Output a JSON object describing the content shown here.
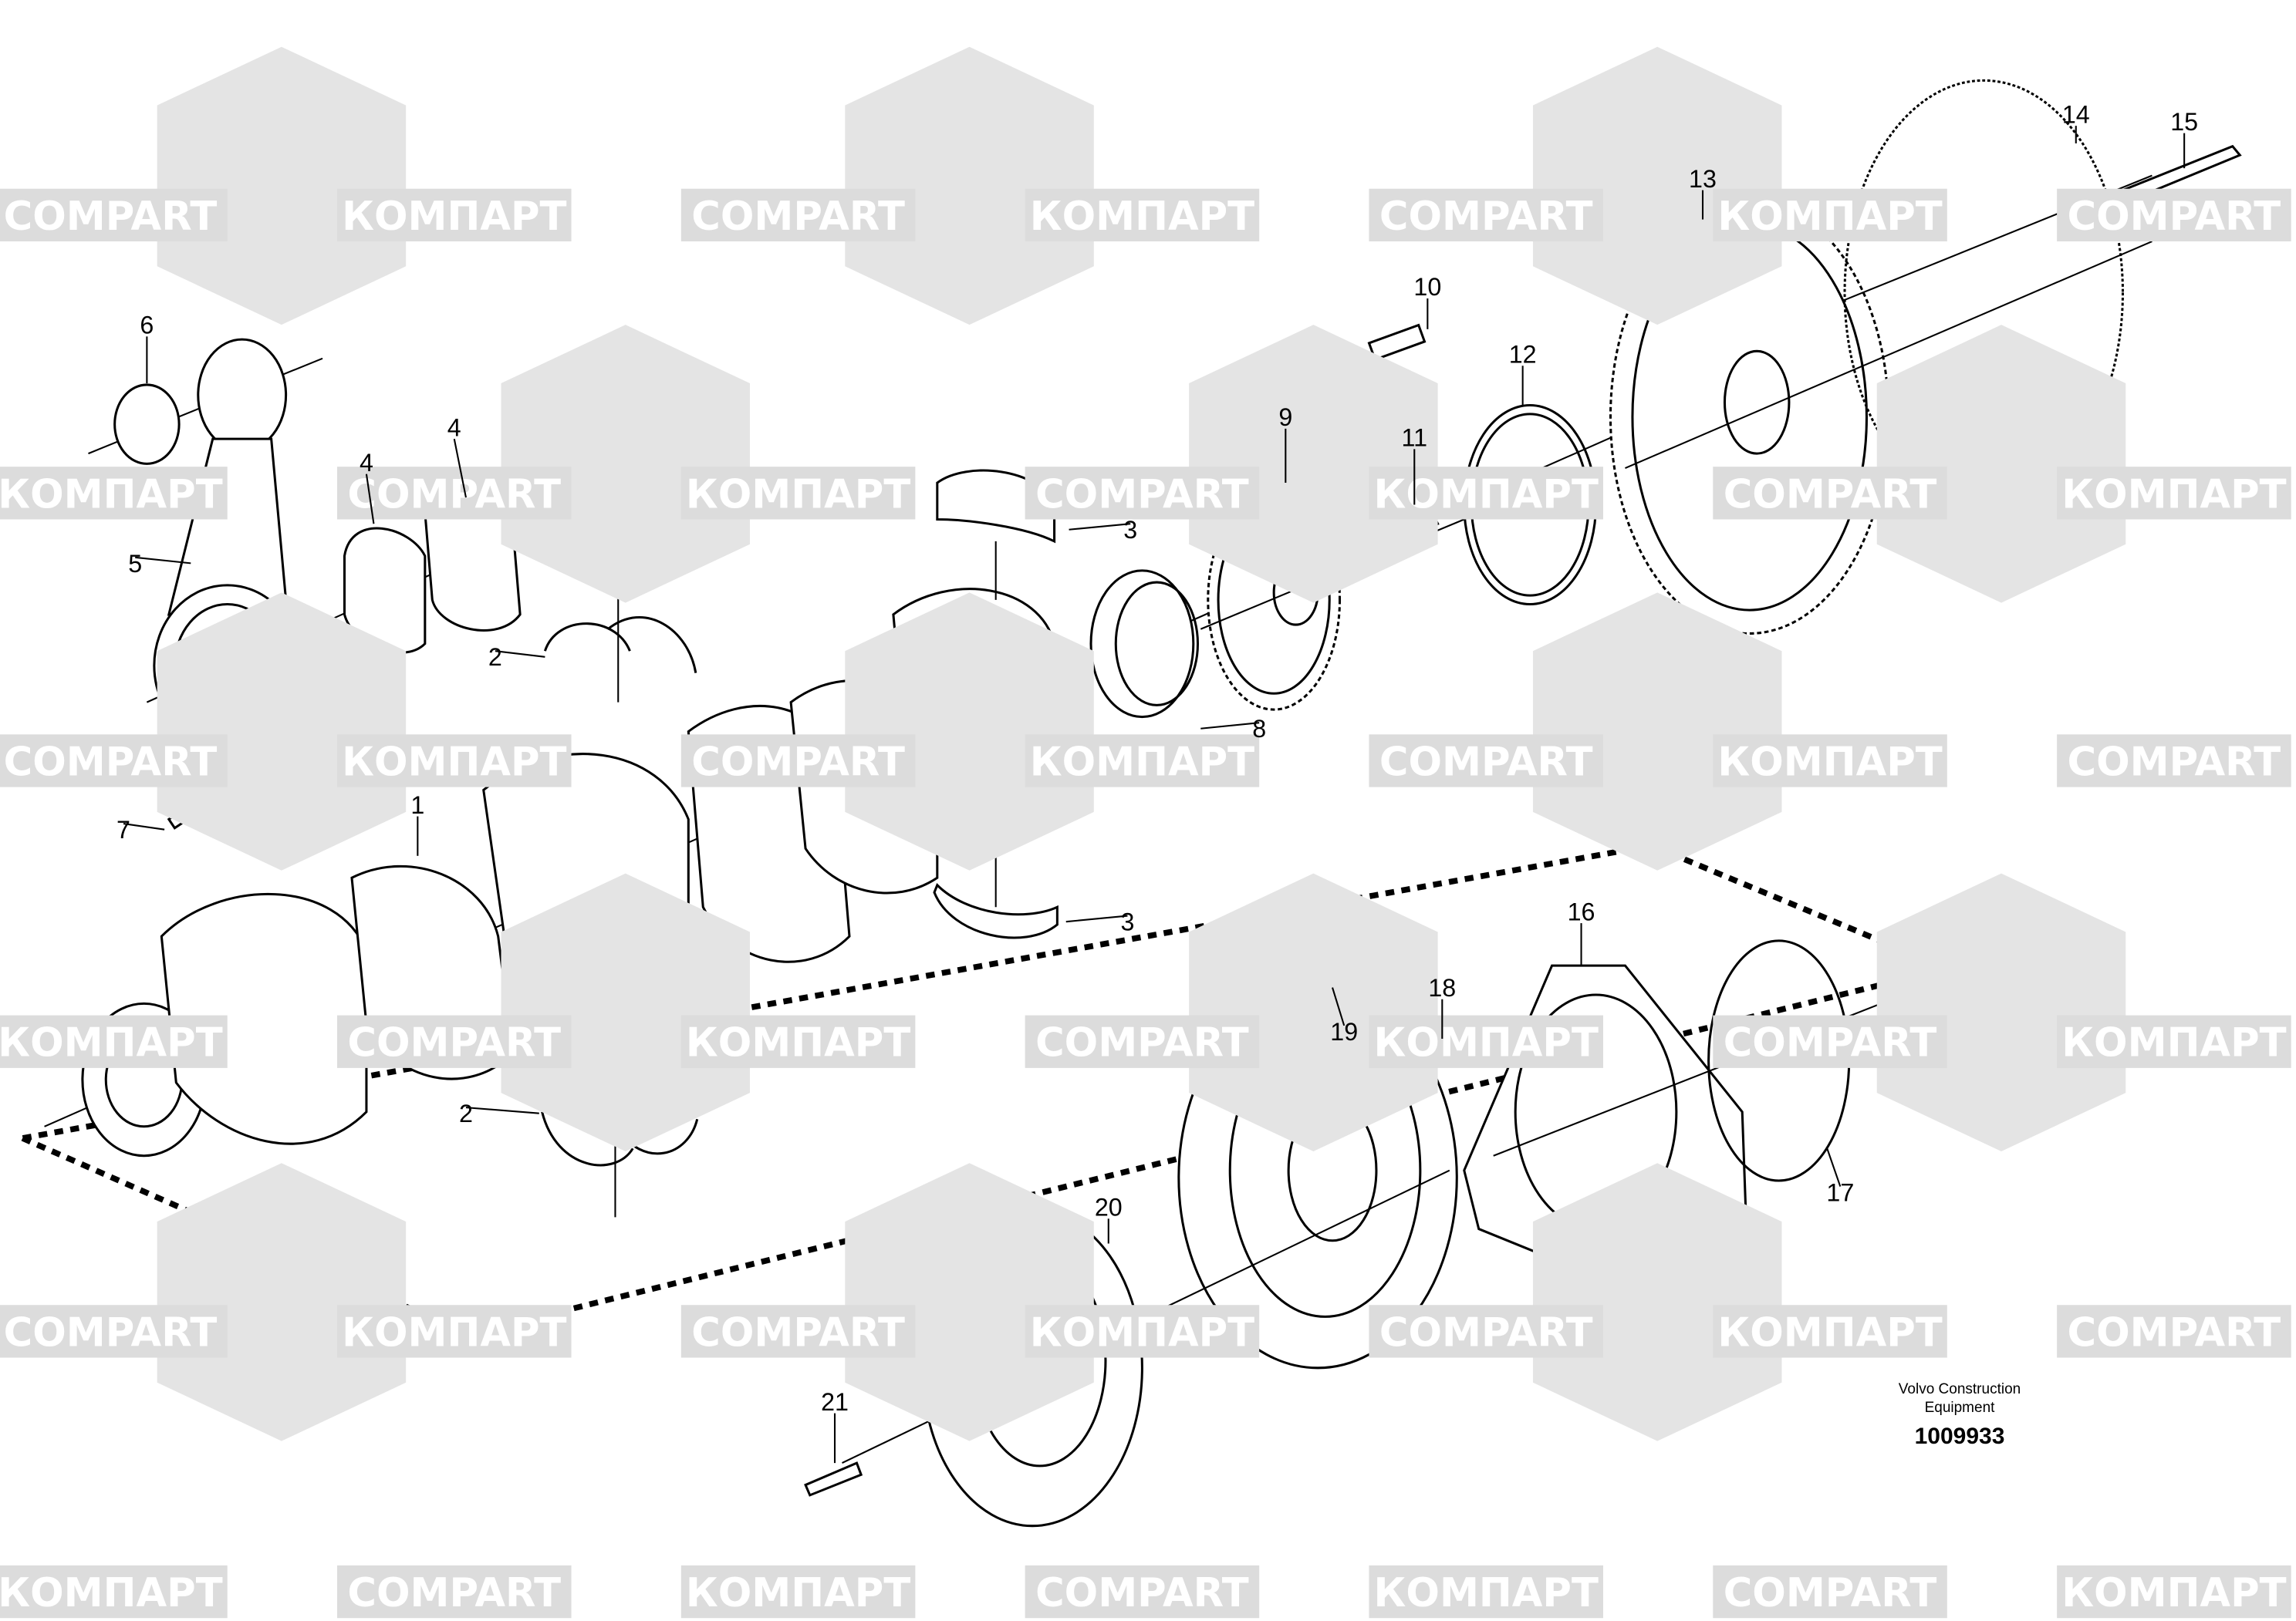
{
  "watermark": {
    "latin": "COMPART",
    "cyrillic": "КОМПАРТ"
  },
  "callouts": [
    "1",
    "2",
    "2",
    "3",
    "3",
    "4",
    "4",
    "5",
    "6",
    "7",
    "8",
    "9",
    "10",
    "11",
    "12",
    "13",
    "14",
    "15",
    "16",
    "17",
    "18",
    "19",
    "20",
    "21"
  ],
  "footer": {
    "maker_line1": "Volvo Construction",
    "maker_line2": "Equipment",
    "drawing_number": "1009933"
  }
}
